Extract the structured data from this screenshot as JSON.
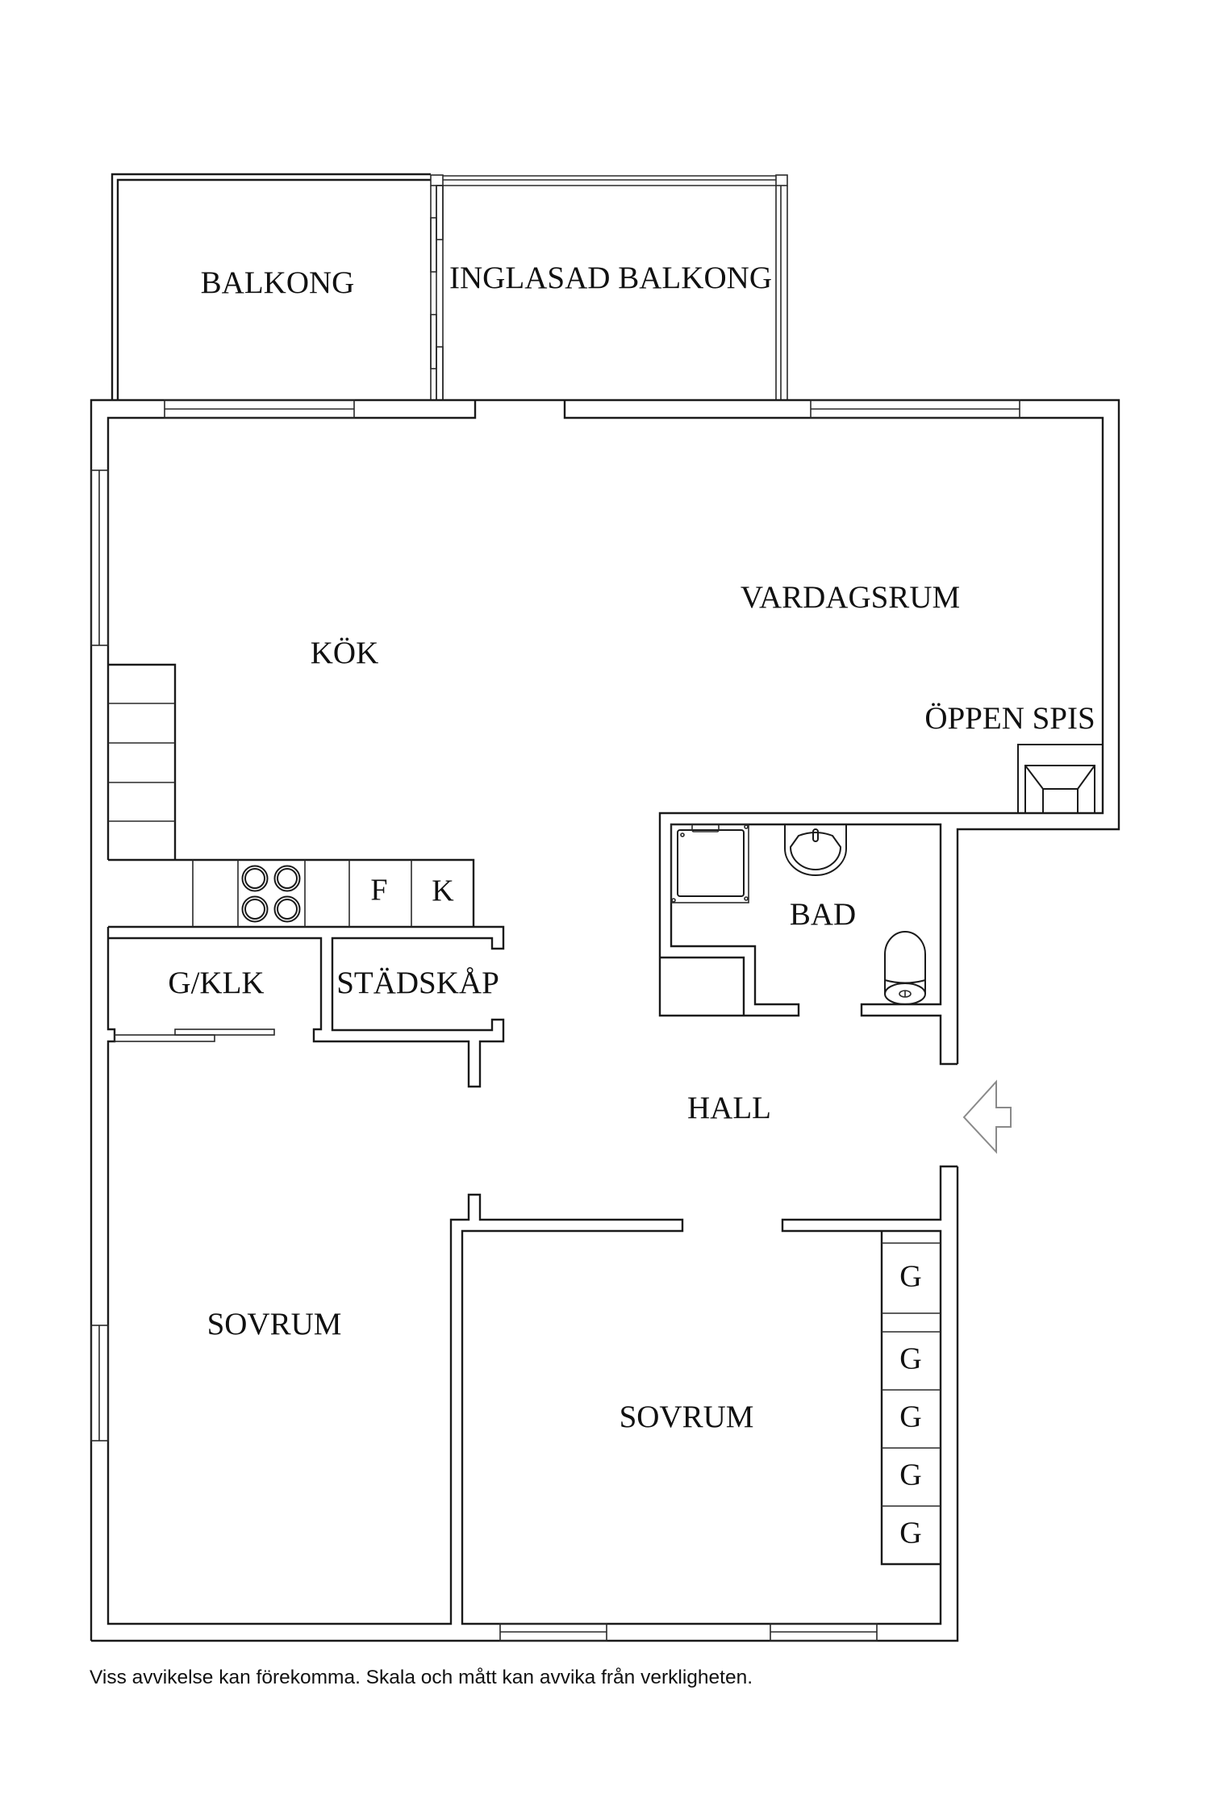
{
  "rooms": {
    "balkong": "BALKONG",
    "inglasad_balkong": "INGLASAD BALKONG",
    "kok": "KÖK",
    "vardagsrum": "VARDAGSRUM",
    "oppen_spis": "ÖPPEN SPIS",
    "bad": "BAD",
    "gklk": "G/KLK",
    "stadskap": "STÄDSKÅP",
    "hall": "HALL",
    "sovrum_1": "SOVRUM",
    "sovrum_2": "SOVRUM"
  },
  "appliances": {
    "freezer": "F",
    "fridge": "K"
  },
  "wardrobes": [
    "G",
    "G",
    "G",
    "G",
    "G"
  ],
  "entrance_icon": "entrance-arrow-icon",
  "footer": "Viss avvikelse kan förekomma. Skala och mått kan avvika från verkligheten."
}
